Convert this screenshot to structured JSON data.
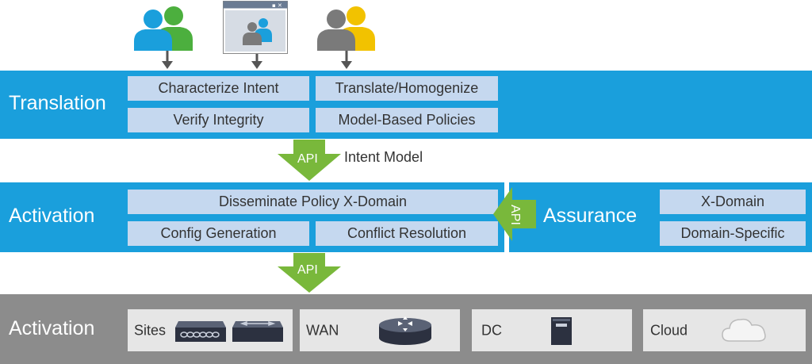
{
  "translation": {
    "label": "Translation",
    "boxes": [
      "Characterize Intent",
      "Translate/Homogenize",
      "Verify Integrity",
      "Model-Based Policies"
    ]
  },
  "api_top": {
    "label": "API",
    "side_label": "Intent Model"
  },
  "activation": {
    "label": "Activation",
    "boxes": [
      "Disseminate Policy X-Domain",
      "Config Generation",
      "Conflict Resolution"
    ]
  },
  "assurance": {
    "label": "Assurance",
    "api_label": "API",
    "boxes": [
      "X-Domain",
      "Domain-Specific"
    ]
  },
  "api_bottom": {
    "label": "API"
  },
  "infrastructure": {
    "label": "Activation",
    "items": [
      {
        "label": "Sites",
        "icons": [
          "switch-icon",
          "switch-icon"
        ]
      },
      {
        "label": "WAN",
        "icons": [
          "router-icon"
        ]
      },
      {
        "label": "DC",
        "icons": [
          "server-icon"
        ]
      },
      {
        "label": "Cloud",
        "icons": [
          "cloud-icon"
        ]
      }
    ]
  },
  "colors": {
    "band_blue": "#1a9fdc",
    "band_gray": "#8c8c8c",
    "box_fill": "#c5d8ef",
    "api_green": "#79b83b",
    "user_blue": "#1a9fdc",
    "user_green": "#4caf3e",
    "user_gray": "#7a7a7a",
    "user_yellow": "#f2c200"
  }
}
